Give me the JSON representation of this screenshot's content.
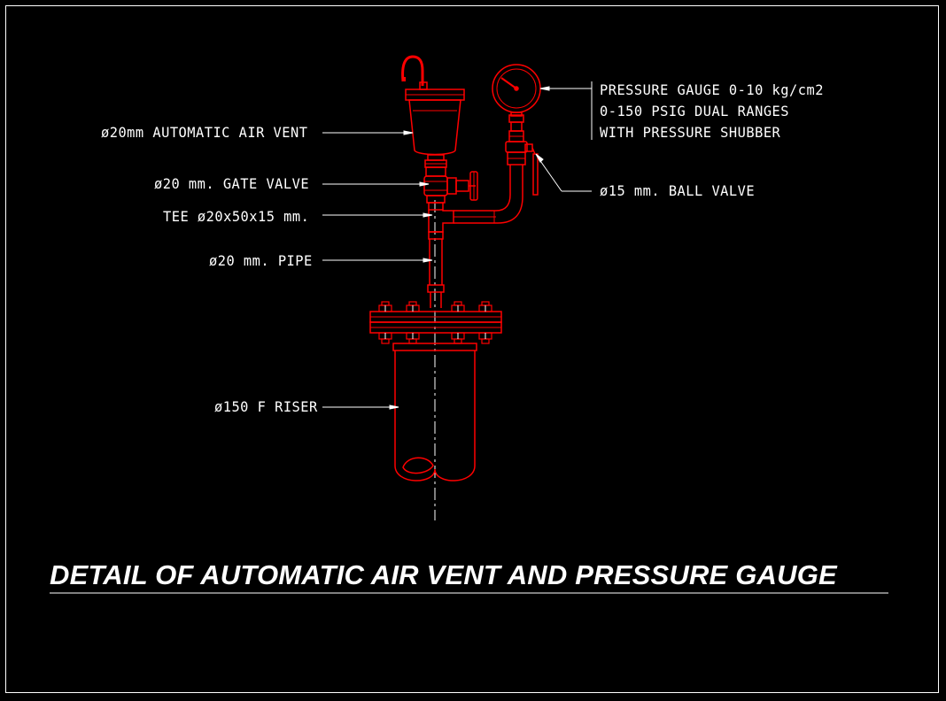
{
  "title": "DETAIL OF AUTOMATIC AIR VENT AND PRESSURE GAUGE",
  "labels": {
    "air_vent": "ø20mm AUTOMATIC AIR VENT",
    "gate_valve": "ø20 mm. GATE VALVE",
    "tee": "TEE ø20x50x15 mm.",
    "pipe": "ø20 mm. PIPE",
    "riser": "ø150 F RISER",
    "gauge_line1": "PRESSURE GAUGE 0-10 kg/cm2",
    "gauge_line2": "0-150 PSIG DUAL RANGES",
    "gauge_line3": "WITH PRESSURE SHUBBER",
    "ball_valve": "ø15 mm. BALL VALVE"
  },
  "colors": {
    "background": "#000000",
    "equipment": "#ff0000",
    "annotation": "#ffffff",
    "centerline": "#ffffff"
  }
}
